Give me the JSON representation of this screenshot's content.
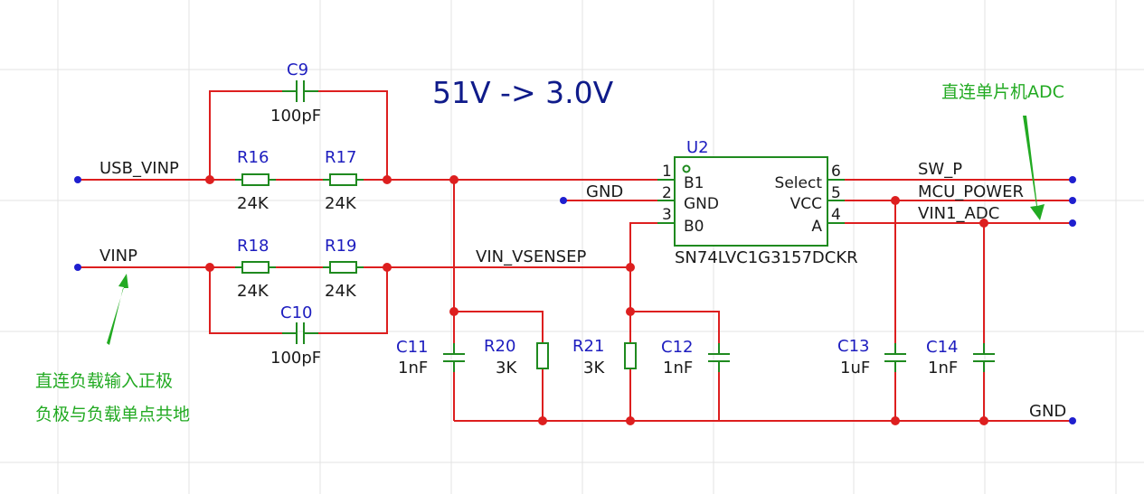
{
  "title": "51V -> 3.0V",
  "colors": {
    "wire": "#dd1f1f",
    "component": "#1f8a1f",
    "designator": "#1d1dbf",
    "annotation": "#22aa22",
    "port": "#1f1fcf",
    "title": "#0f1b8a"
  },
  "nets": {
    "usb_vinp": "USB_VINP",
    "vinp": "VINP",
    "gnd_in": "GND",
    "vin_vsensep": "VIN_VSENSEP",
    "sw_p": "SW_P",
    "mcu_power": "MCU_POWER",
    "vin1_adc": "VIN1_ADC",
    "gnd_out": "GND"
  },
  "components": {
    "C9": {
      "ref": "C9",
      "value": "100pF"
    },
    "C10": {
      "ref": "C10",
      "value": "100pF"
    },
    "R16": {
      "ref": "R16",
      "value": "24K"
    },
    "R17": {
      "ref": "R17",
      "value": "24K"
    },
    "R18": {
      "ref": "R18",
      "value": "24K"
    },
    "R19": {
      "ref": "R19",
      "value": "24K"
    },
    "R20": {
      "ref": "R20",
      "value": "3K"
    },
    "R21": {
      "ref": "R21",
      "value": "3K"
    },
    "C11": {
      "ref": "C11",
      "value": "1nF"
    },
    "C12": {
      "ref": "C12",
      "value": "1nF"
    },
    "C13": {
      "ref": "C13",
      "value": "1uF"
    },
    "C14": {
      "ref": "C14",
      "value": "1nF"
    }
  },
  "ic": {
    "ref": "U2",
    "part": "SN74LVC1G3157DCKR",
    "pins": {
      "p1": {
        "num": "1",
        "name": "B1"
      },
      "p2": {
        "num": "2",
        "name": "GND"
      },
      "p3": {
        "num": "3",
        "name": "B0"
      },
      "p4": {
        "num": "4",
        "name": "A"
      },
      "p5": {
        "num": "5",
        "name": "VCC"
      },
      "p6": {
        "num": "6",
        "name": "Select"
      }
    }
  },
  "annotations": {
    "adc": "直连单片机ADC",
    "load_pos": "直连负载输入正极",
    "load_gnd": "负极与负载单点共地"
  }
}
